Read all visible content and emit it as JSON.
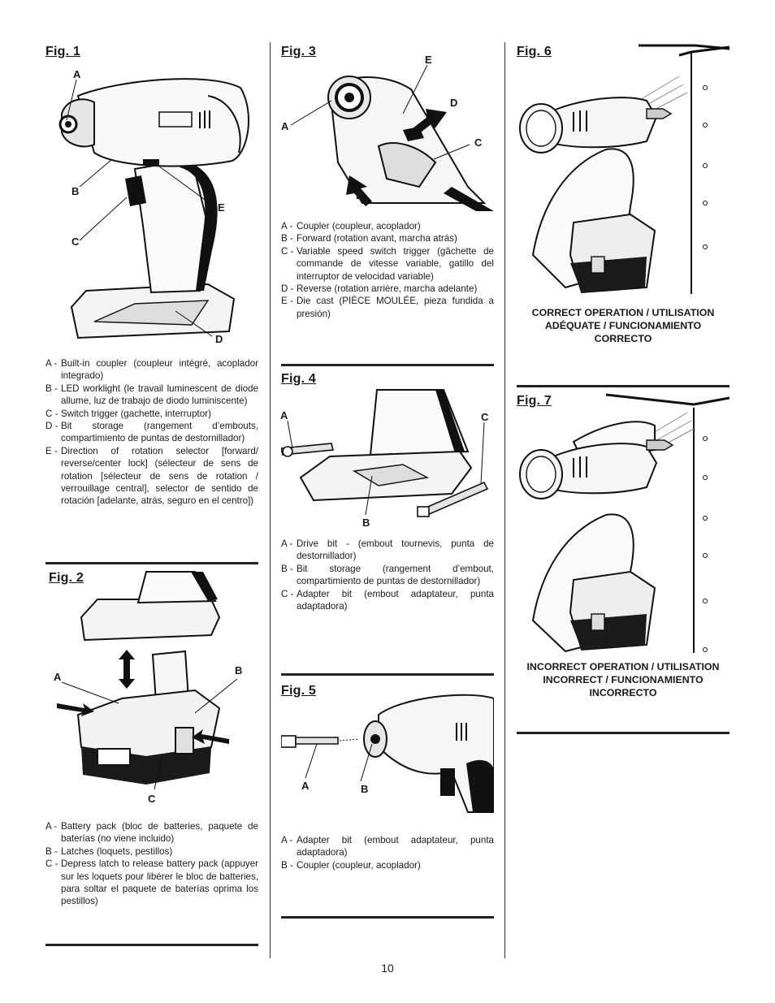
{
  "page_number": "10",
  "fig1": {
    "title": "Fig. 1",
    "callouts": [
      "A",
      "B",
      "C",
      "D",
      "E"
    ],
    "legend": [
      {
        "key": "A -",
        "text": "Built-in coupler (coupleur intégré, acoplador integrado)"
      },
      {
        "key": "B -",
        "text": "LED worklight (le travail luminescent de diode allume, luz de trabajo de diodo luminiscente)"
      },
      {
        "key": "C -",
        "text": "Switch trigger (gachette, interruptor)"
      },
      {
        "key": "D -",
        "text": "Bit storage (rangement d’embouts, compartimiento de puntas de destornillador)"
      },
      {
        "key": "E -",
        "text": "Direction of rotation selector [forward/ reverse/center lock] (sélecteur de sens de rotation [sélecteur de sens de rotation / verrouillage central], selector de sentido de rotación [adelante, atrás, seguro en el centro])"
      }
    ]
  },
  "fig2": {
    "title": "Fig. 2",
    "callouts": [
      "A",
      "B",
      "C"
    ],
    "legend": [
      {
        "key": "A -",
        "text": "Battery pack (bloc de batteries, paquete de baterías (no viene incluido)"
      },
      {
        "key": "B -",
        "text": "Latches (loquets, pestillos)"
      },
      {
        "key": "C -",
        "text": "Depress latch to release battery pack (appuyer sur les loquets pour libérer le bloc de batteries, para soltar el paquete de baterías oprima los pestillos)"
      }
    ]
  },
  "fig3": {
    "title": "Fig. 3",
    "callouts": [
      "A",
      "B",
      "C",
      "D",
      "E"
    ],
    "legend": [
      {
        "key": "A -",
        "text": "Coupler (coupleur, acoplador)"
      },
      {
        "key": "B -",
        "text": "Forward (rotation avant, marcha atrás)"
      },
      {
        "key": "C -",
        "text": "Variable speed switch trigger (gâchette de commande de vitesse variable, gatillo del interruptor de velocidad variable)"
      },
      {
        "key": "D -",
        "text": "Reverse (rotation arrière, marcha adelante)"
      },
      {
        "key": "E -",
        "text": "Die cast (PIÈCE MOULÉE, pieza fundida a presión)"
      }
    ]
  },
  "fig4": {
    "title": "Fig. 4",
    "callouts": [
      "A",
      "B",
      "C"
    ],
    "legend": [
      {
        "key": "A -",
        "text": "Drive bit - (embout tournevis, punta de destornillador)"
      },
      {
        "key": "B -",
        "text": "Bit storage (rangement d’embout, compartimiento de puntas de destornillador)"
      },
      {
        "key": "C -",
        "text": "Adapter bit (embout adaptateur, punta adaptadora)"
      }
    ]
  },
  "fig5": {
    "title": "Fig. 5",
    "callouts": [
      "A",
      "B"
    ],
    "legend": [
      {
        "key": "A -",
        "text": "Adapter bit (embout adaptateur, punta adaptadora)"
      },
      {
        "key": "B -",
        "text": "Coupler (coupleur, acoplador)"
      }
    ]
  },
  "fig6": {
    "title": "Fig. 6",
    "caption": "CORRECT OPERATION / UTILISATION ADÉQUATE / FUNCIONAMIENTO CORRECTO"
  },
  "fig7": {
    "title": "Fig. 7",
    "caption": "INCORRECT OPERATION / UTILISATION INCORRECT / FUNCIONAMIENTO INCORRECTO"
  }
}
